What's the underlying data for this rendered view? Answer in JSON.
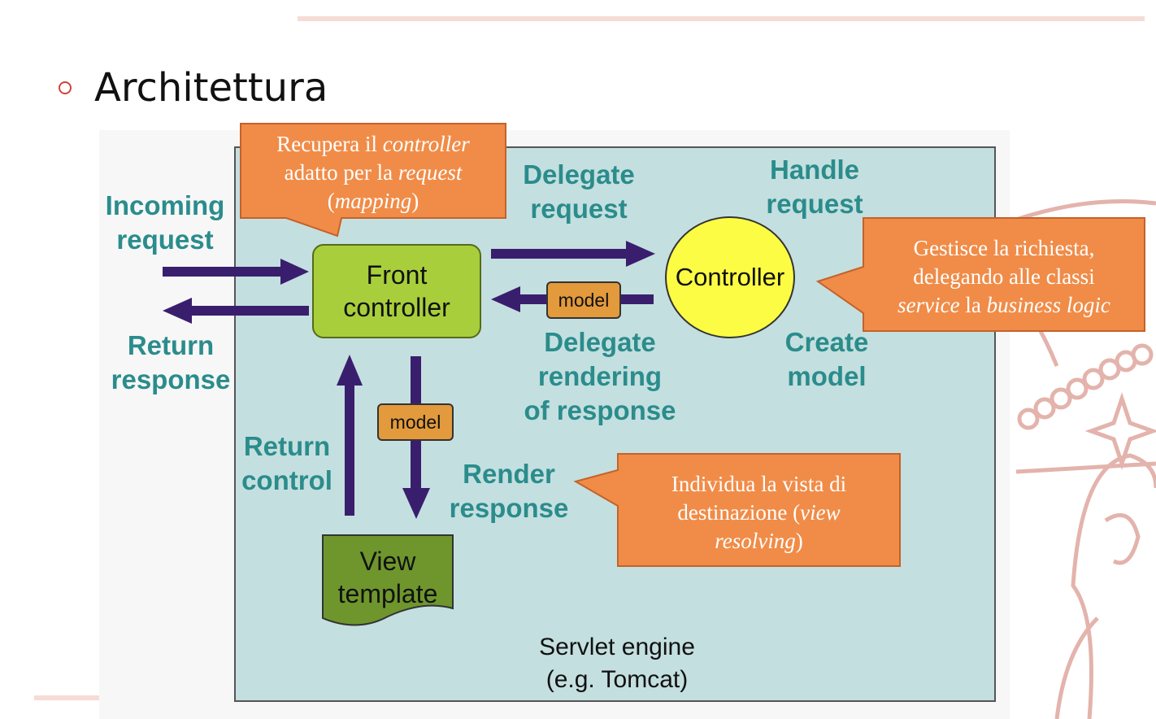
{
  "slide": {
    "heading": "Architettura"
  },
  "diagram": {
    "labels": {
      "incoming_request": "Incoming\nrequest",
      "return_response": "Return\nresponse",
      "delegate_request": "Delegate\nrequest",
      "handle_request": "Handle\nrequest",
      "delegate_rendering": "Delegate\nrendering\nof response",
      "create_model": "Create\nmodel",
      "return_control": "Return\ncontrol",
      "render_response": "Render\nresponse"
    },
    "nodes": {
      "front_controller": "Front\ncontroller",
      "controller": "Controller",
      "view_template": "View\ntemplate",
      "model_1": "model",
      "model_2": "model"
    },
    "engine": "Servlet engine\n(e.g. Tomcat)"
  },
  "callouts": {
    "mapping": {
      "t1": "Recupera il ",
      "t2": "controller",
      "t3": "adatto per la ",
      "t4": "request",
      "t5": "(",
      "t6": "mapping",
      "t7": ")"
    },
    "service": {
      "t1": "Gestisce la richiesta,",
      "t2": "delegando alle classi",
      "t3": "service",
      "t4": " la ",
      "t5": "business logic"
    },
    "view": {
      "t1": "Individua la vista di",
      "t2": "destinazione (",
      "t3": "view",
      "t4": "resolving",
      "t5": ")"
    }
  },
  "colors": {
    "engine_bg": "#c4dfdf",
    "label_teal": "#2b8c8c",
    "arrow": "#3a1e6e",
    "front_controller": "#a8cf3b",
    "controller": "#fcfc44",
    "model": "#e39a3c",
    "view_template": "#6e962c",
    "callout": "#f08c48"
  }
}
